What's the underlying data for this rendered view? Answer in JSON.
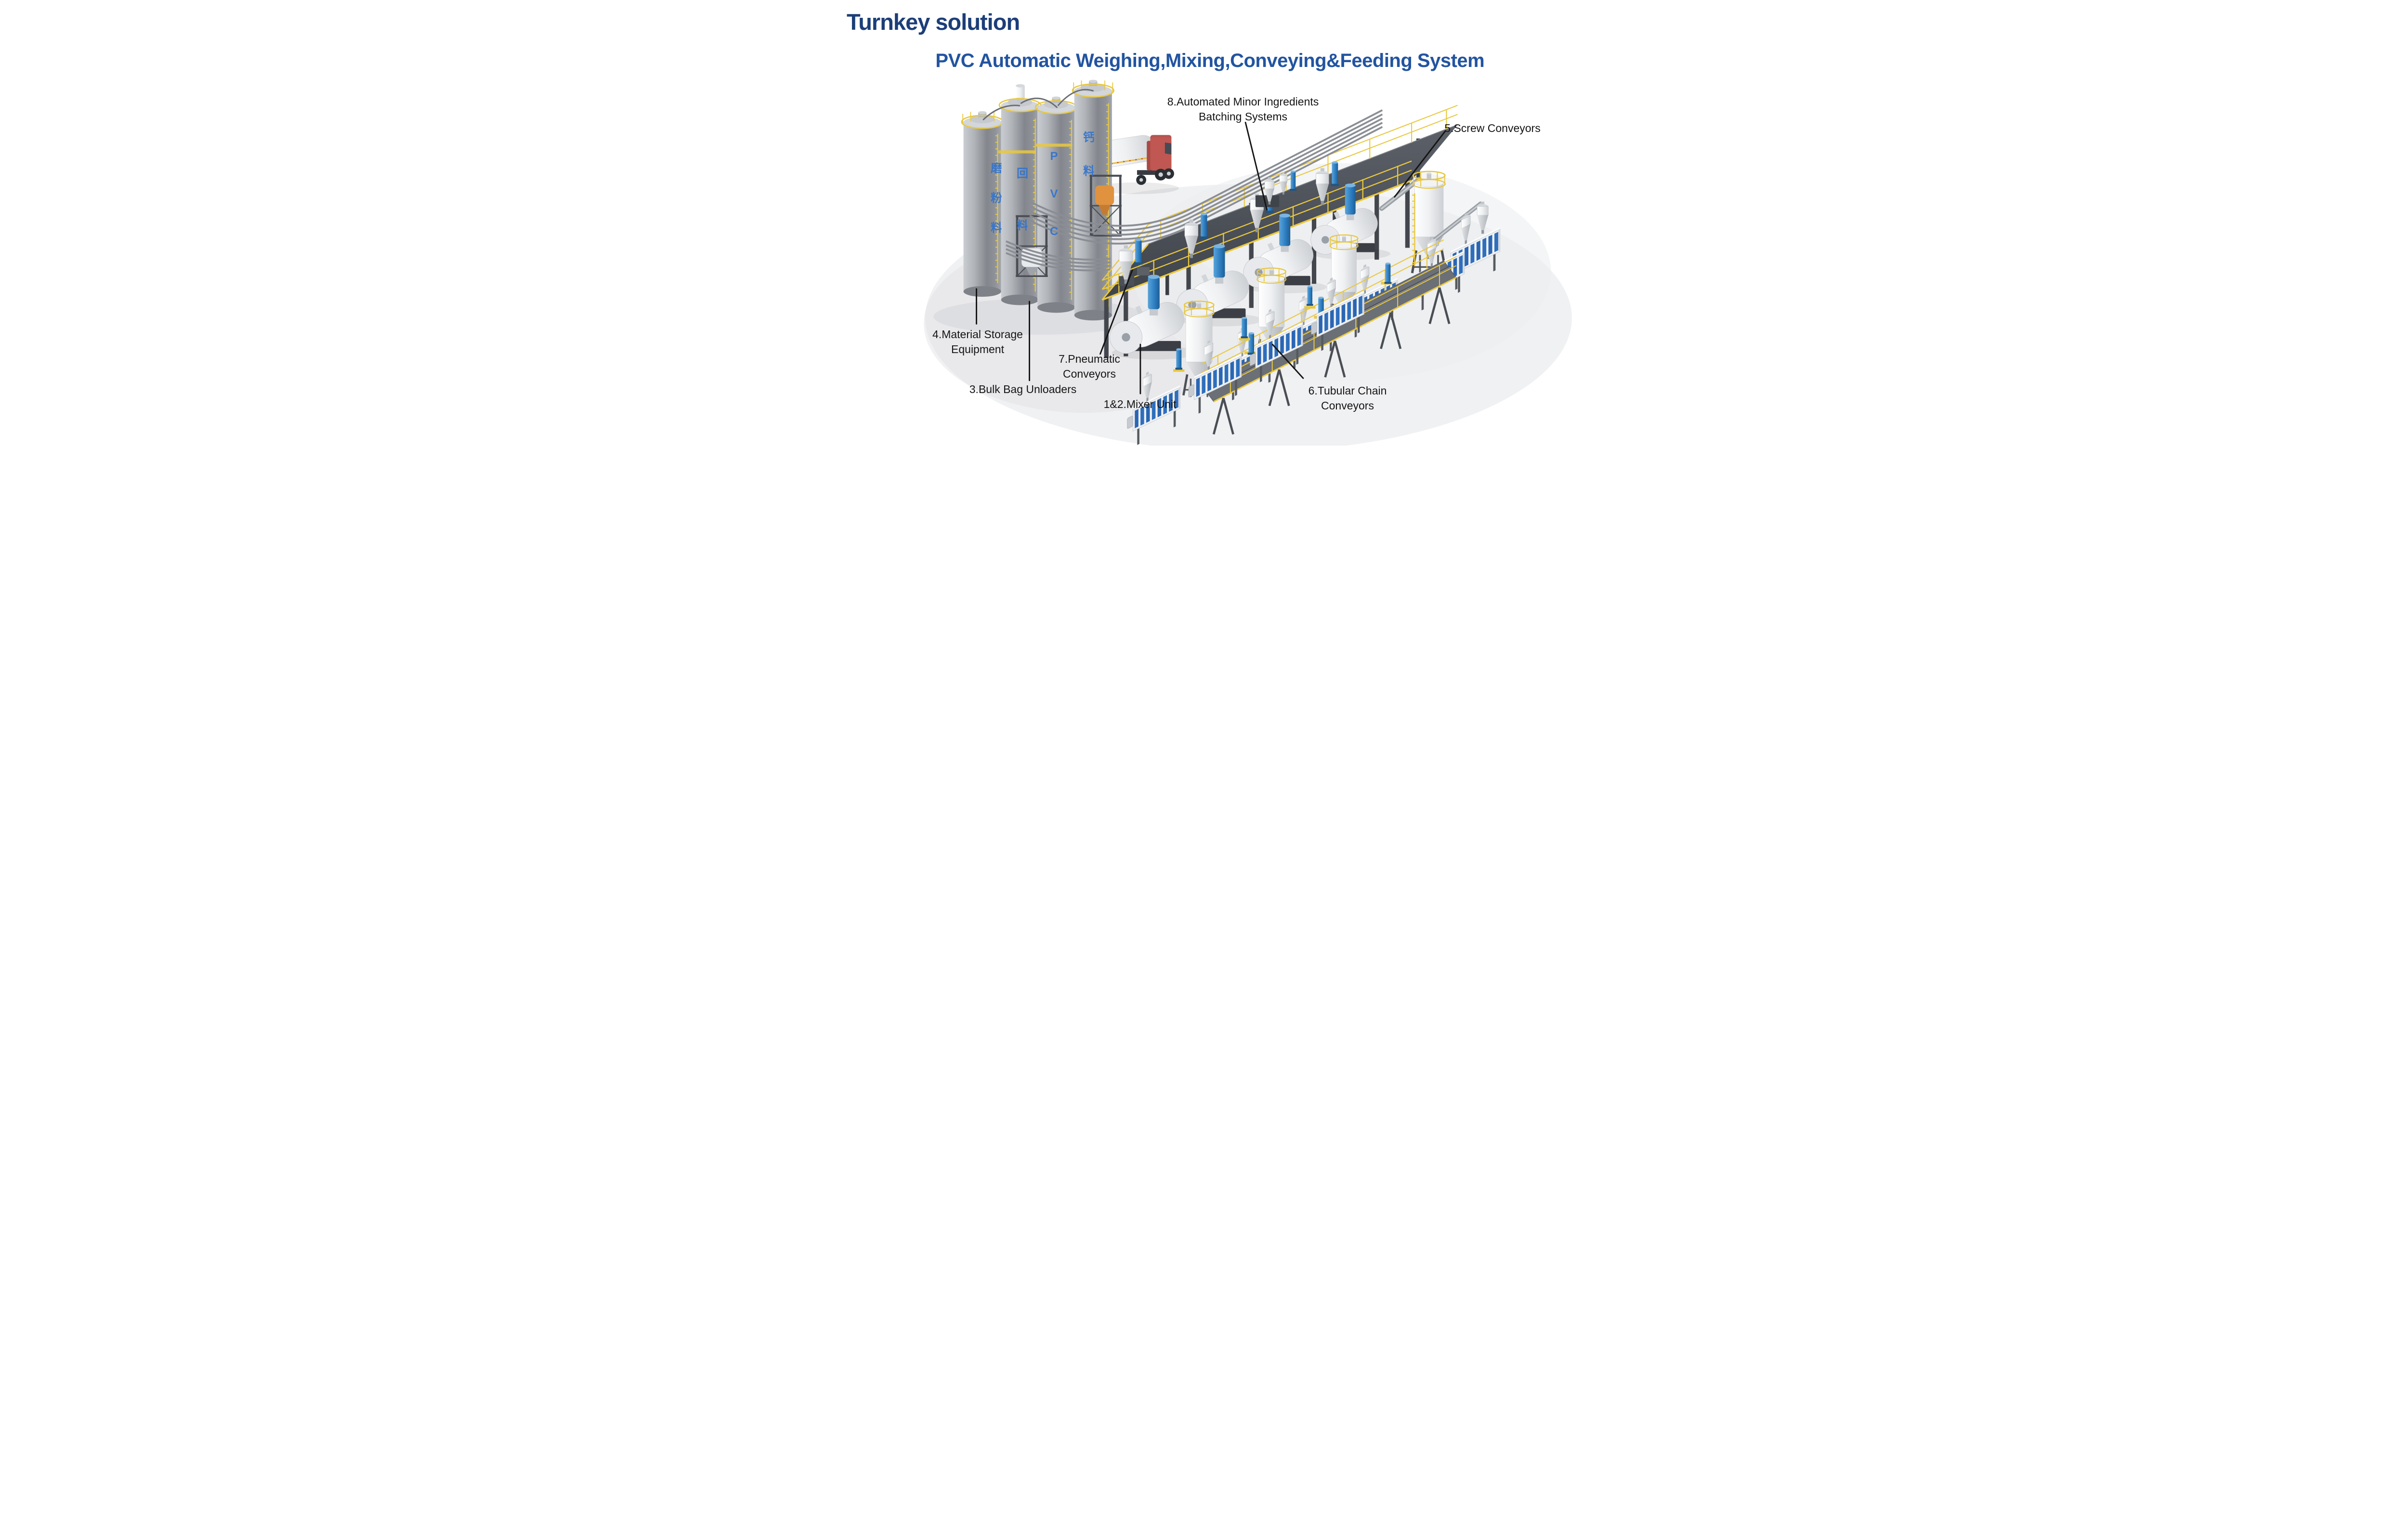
{
  "slide": {
    "title": "Turnkey solution",
    "subtitle": "PVC Automatic Weighing,Mixing,Conveying&Feeding System"
  },
  "callouts": {
    "mixer_unit": {
      "text": "1&2.Mixer Unit"
    },
    "bulk_bag_unloaders": {
      "text": "3.Bulk Bag Unloaders"
    },
    "material_storage_equipment": {
      "line1": "4.Material Storage",
      "line2": "Equipment"
    },
    "screw_conveyors": {
      "text": "5.Screw Conveyors"
    },
    "tubular_chain_conveyors": {
      "line1": "6.Tubular Chain",
      "line2": "Conveyors"
    },
    "pneumatic_conveyors": {
      "line1": "7.Pneumatic",
      "line2": "Conveyors"
    },
    "minor_ingredients_batching": {
      "line1": "8.Automated Minor Ingredients",
      "line2": "Batching Systems"
    }
  },
  "silo_markings": [
    "磨粉料",
    "回料",
    "PVC",
    "钙料"
  ],
  "colors": {
    "title_blue": "#1c3e78",
    "subtitle_blue": "#2254a0",
    "callout_text": "#141414",
    "leader_line": "#141414",
    "silo_marking_blue": "#3273cf",
    "safety_yellow": "#e9c83e",
    "machine_blue": "#2e7fc2",
    "feeder_slat_blue": "#2b66b4",
    "truck_cab_red": "#c05752",
    "bulk_bag_orange": "#e0923f"
  }
}
